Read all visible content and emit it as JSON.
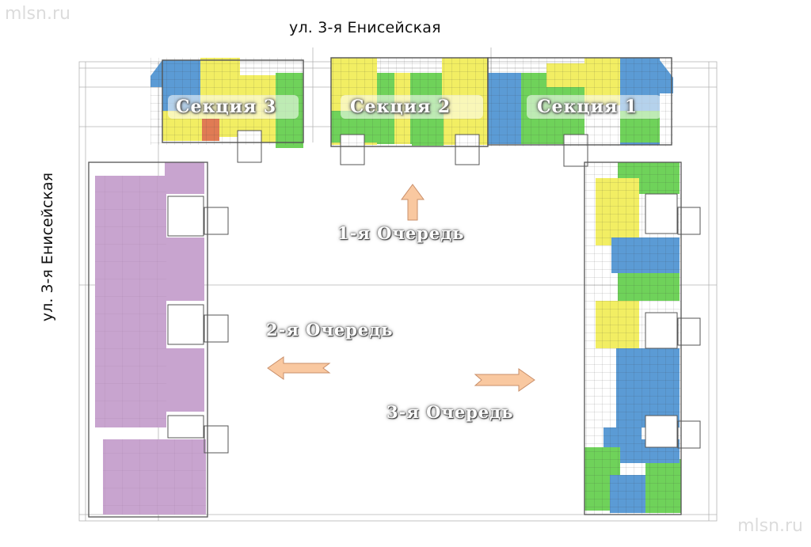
{
  "watermark": {
    "top_left": "mlsn.ru",
    "bottom_right": "mlsn.ru"
  },
  "streets": {
    "top": "ул. 3-я Енисейская",
    "left": "ул. 3-я Енисейская"
  },
  "sections": {
    "s3": "Секция 3",
    "s2": "Секция 2",
    "s1": "Секция 1"
  },
  "queues": {
    "q1": "1-я Очередь",
    "q2": "2-я Очередь",
    "q3": "3-я Очередь"
  },
  "arrows": {
    "q1": "arrow-up-icon",
    "q2": "arrow-left-icon",
    "q3": "arrow-right-icon"
  },
  "colors": {
    "blue": "#5b9bd5",
    "yellow": "#f2ee63",
    "green": "#6fd25a",
    "purple": "#c8a4cf",
    "arrow": "#f9c8a0",
    "wall": "#555555"
  }
}
